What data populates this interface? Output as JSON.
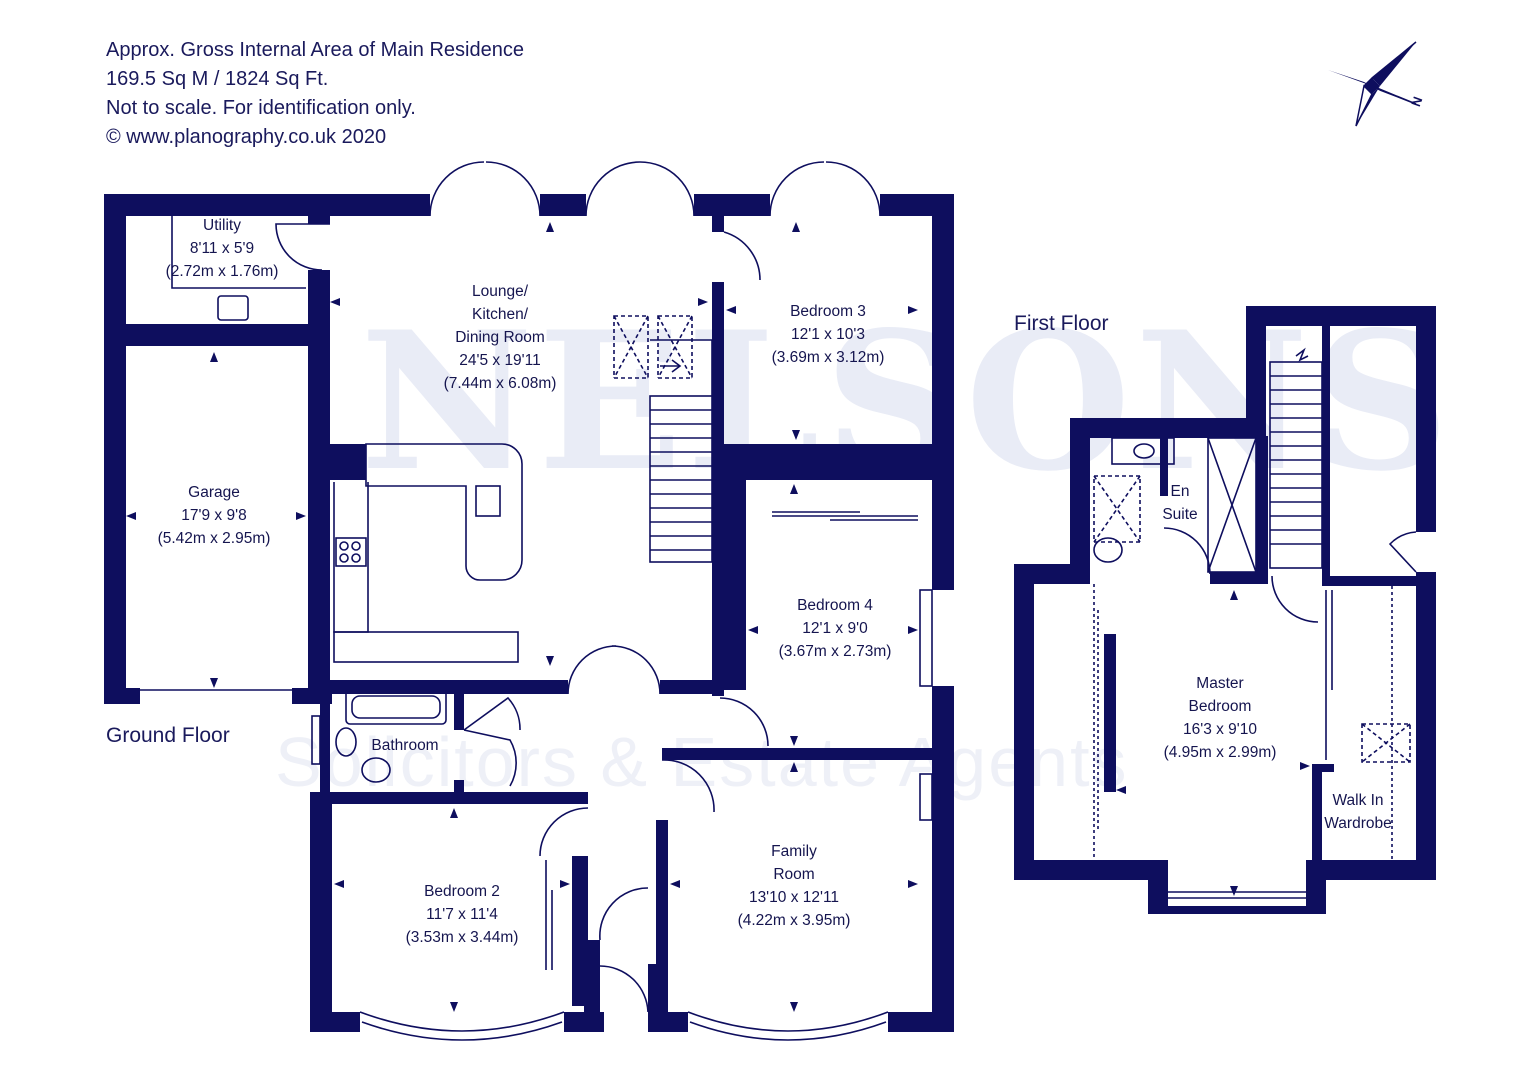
{
  "header": {
    "line1": "Approx. Gross Internal Area of Main Residence",
    "line2": "169.5 Sq M / 1824 Sq Ft.",
    "line3": "Not to scale. For identification only.",
    "line4": "© www.planography.co.uk 2020"
  },
  "watermark": {
    "brand": "NELSONS",
    "tagline": "Solicitors & Estate Agents"
  },
  "compass": {
    "icon": "compass-rose-icon",
    "north_label": "N"
  },
  "floors": {
    "ground": "Ground Floor",
    "first": "First Floor"
  },
  "rooms": {
    "utility": {
      "name": "Utility",
      "imperial": "8'11 x 5'9",
      "metric": "(2.72m x 1.76m)"
    },
    "lounge": {
      "name1": "Lounge/",
      "name2": "Kitchen/",
      "name3": "Dining Room",
      "imperial": "24'5 x 19'11",
      "metric": "(7.44m x 6.08m)"
    },
    "bedroom3": {
      "name": "Bedroom 3",
      "imperial": "12'1 x 10'3",
      "metric": "(3.69m x 3.12m)"
    },
    "garage": {
      "name": "Garage",
      "imperial": "17'9 x 9'8",
      "metric": "(5.42m x 2.95m)"
    },
    "bedroom4": {
      "name": "Bedroom 4",
      "imperial": "12'1 x 9'0",
      "metric": "(3.67m x 2.73m)"
    },
    "bathroom": {
      "name": "Bathroom"
    },
    "bedroom2": {
      "name": "Bedroom 2",
      "imperial": "11'7 x 11'4",
      "metric": "(3.53m x 3.44m)"
    },
    "family": {
      "name1": "Family",
      "name2": "Room",
      "imperial": "13'10 x 12'11",
      "metric": "(4.22m x 3.95m)"
    },
    "ensuite": {
      "name1": "En",
      "name2": "Suite"
    },
    "master": {
      "name1": "Master",
      "name2": "Bedroom",
      "imperial": "16'3 x 9'10",
      "metric": "(4.95m x 2.99m)"
    },
    "wardrobe": {
      "name1": "Walk In",
      "name2": "Wardrobe"
    }
  },
  "colors": {
    "wall": "#0e0e5e",
    "text": "#15154f",
    "watermark": "#e9ecf6"
  }
}
